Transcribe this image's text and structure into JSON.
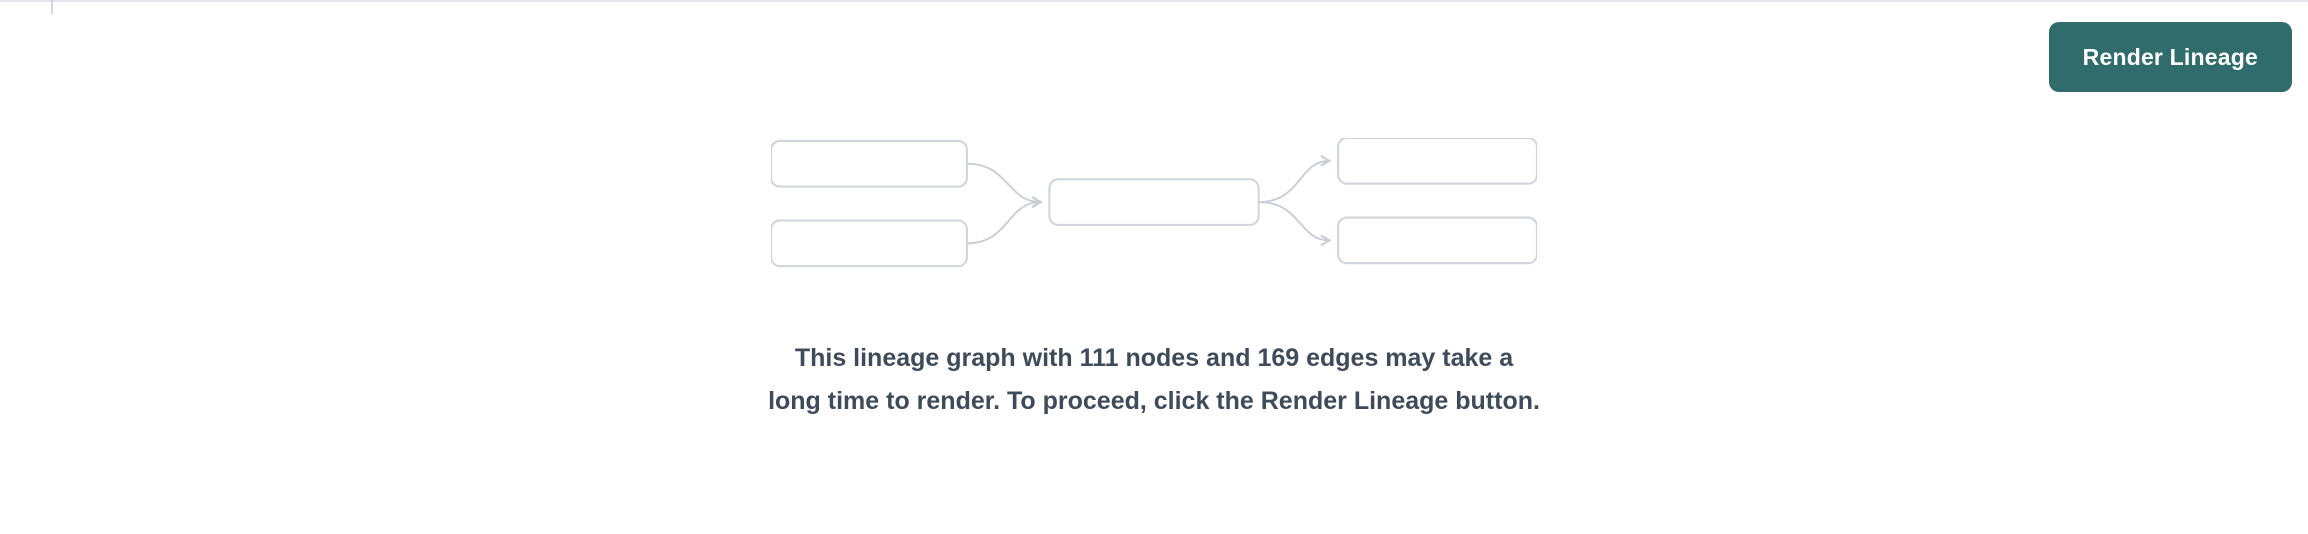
{
  "toolbar": {
    "render_button_label": "Render Lineage"
  },
  "message": {
    "text": "This lineage graph with 111 nodes and 169 edges may take a long time to render. To proceed, click the Render Lineage button.",
    "node_count": "111",
    "edge_count": "169"
  },
  "illustration": {
    "description": "lineage-graph-placeholder",
    "node_boxes": 5,
    "layout": "2 source nodes -> 1 middle node -> 2 target nodes"
  },
  "colors": {
    "button_bg": "#316c6c",
    "button_text": "#ffffff",
    "box_border": "#d0d5dc",
    "arrow": "#c9ced6",
    "message_text": "#404b5a",
    "top_border": "#e3e6ea",
    "page_bg": "#ffffff"
  }
}
